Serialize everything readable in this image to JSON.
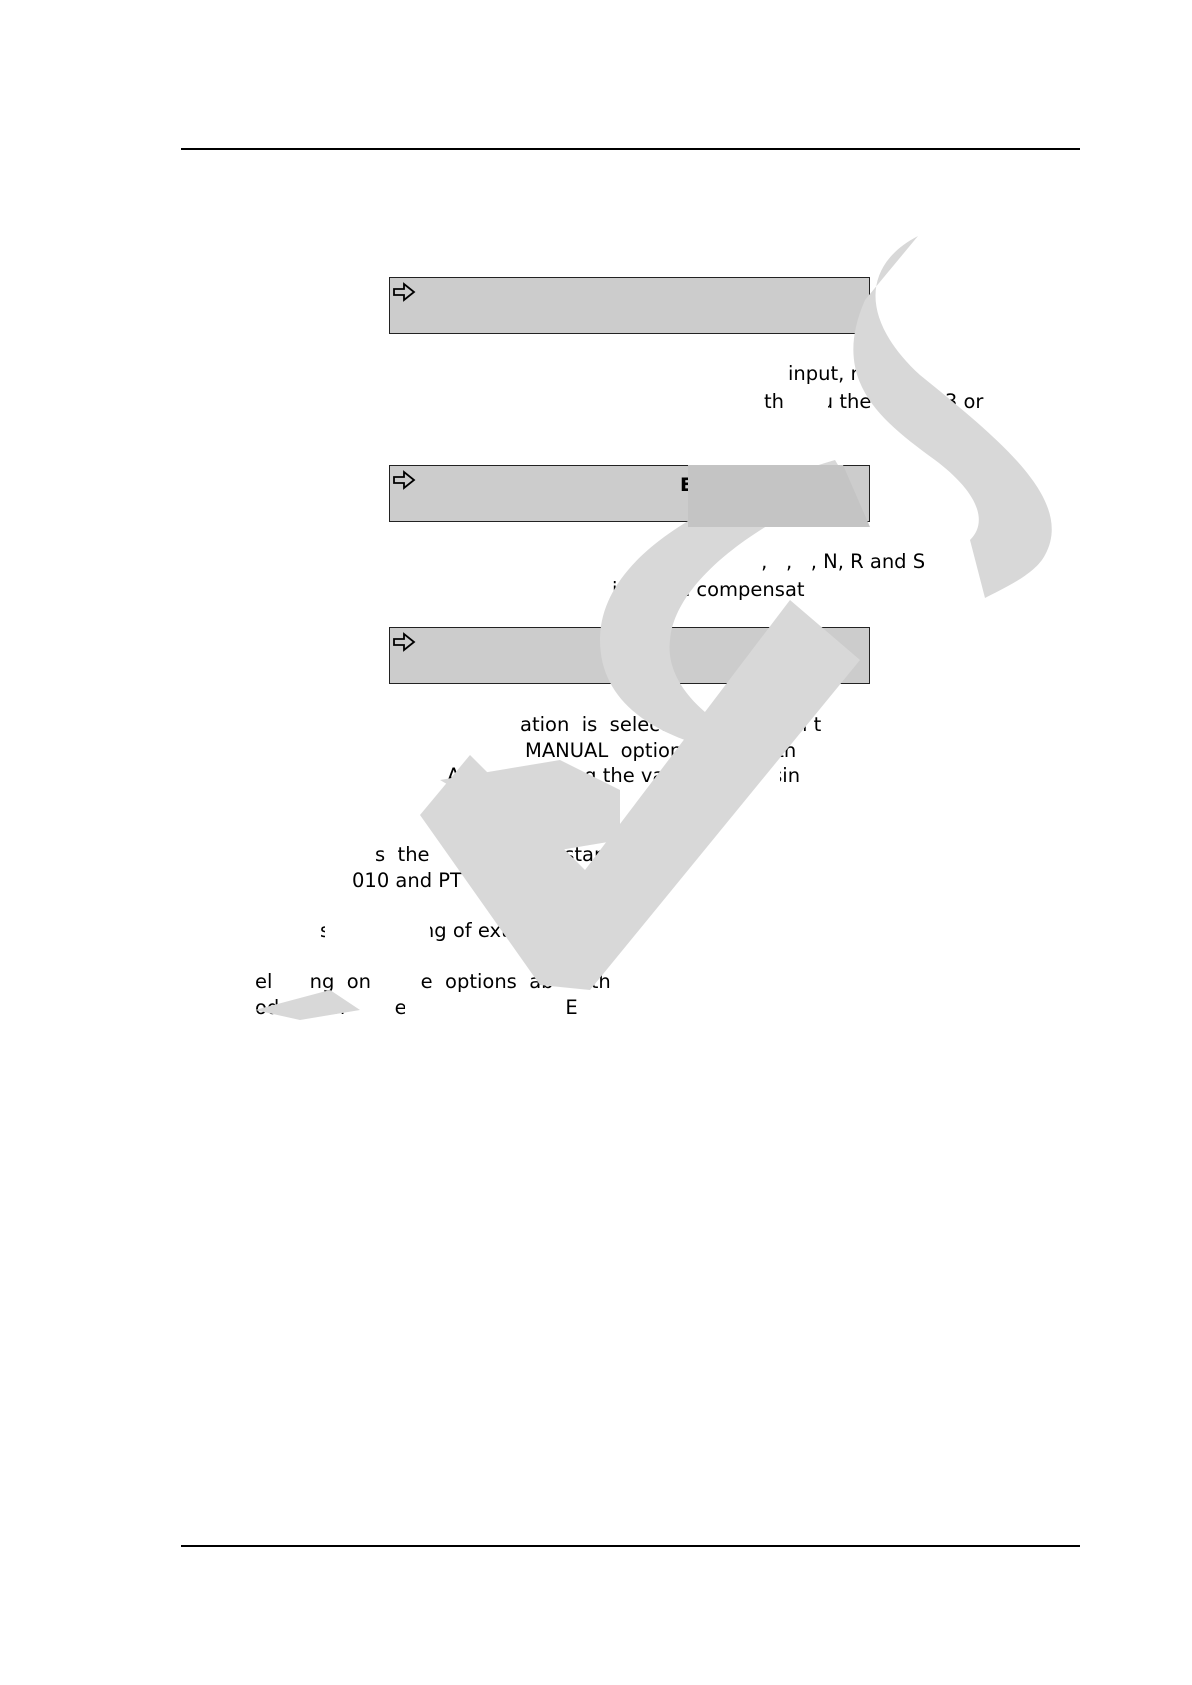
{
  "menu_boxes": [
    {
      "text": ""
    },
    {
      "text": "E"
    },
    {
      "text": ""
    }
  ],
  "text_lines": [
    "input, resp",
    "th  enu the v         3 or",
    "                          ,   ,   , N, R and S",
    "junction compensat       en",
    "ation  is  selecte        junction t",
    "MANUAL  option        ted, th",
    "Aft   confirming the value,        essin",
    "ode.",
    "s  the              (Resistance Ther",
    "010 and PT         s. Choose   o",
    "sa          ding of ext",
    "el      ng  on        e  options  ab      th",
    "ode, with        eed to select the E"
  ],
  "colors": {
    "box_fill": "#cccccc",
    "watermark": "#d8d8d8"
  },
  "icons": [
    "right-arrow-icon"
  ]
}
